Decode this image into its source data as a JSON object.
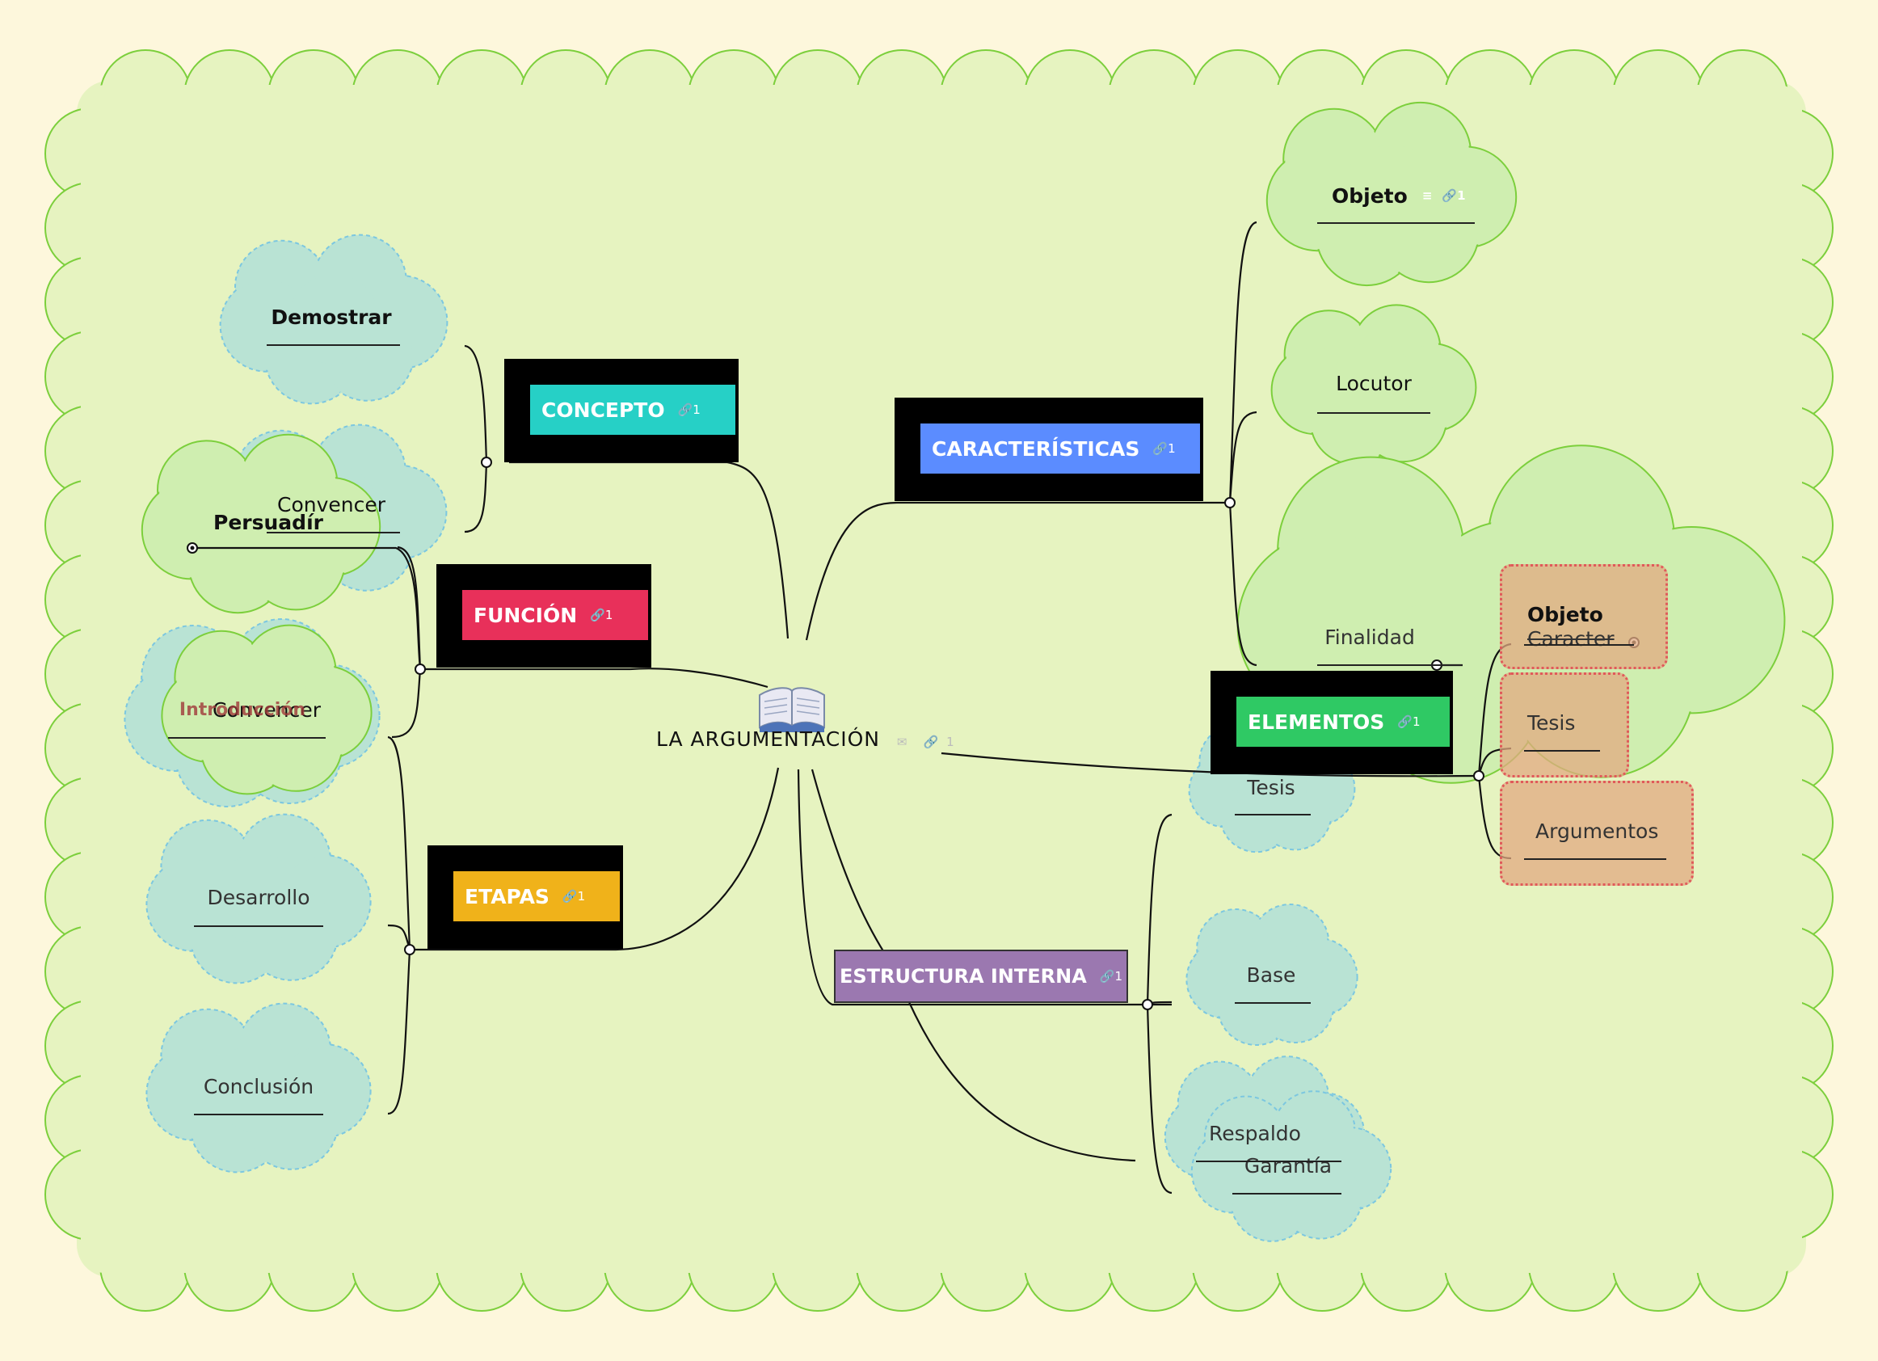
{
  "central": {
    "label": "LA ARGUMENTACIÓN",
    "link_count": "1"
  },
  "topics": {
    "concepto": {
      "label": "CONCEPTO",
      "link_count": "1",
      "color": "#26d0c6"
    },
    "funcion": {
      "label": "FUNCIÓN",
      "link_count": "1",
      "color": "#e8305a"
    },
    "etapas": {
      "label": "ETAPAS",
      "link_count": "1",
      "color": "#f0b21a"
    },
    "caracteristicas": {
      "label": "CARACTERÍSTICAS",
      "link_count": "1",
      "color": "#5b8cff"
    },
    "elementos": {
      "label": "ELEMENTOS",
      "link_count": "1",
      "color": "#2fc964"
    },
    "estructura": {
      "label": "ESTRUCTURA INTERNA",
      "link_count": "1",
      "color": "#9b78b0"
    }
  },
  "subtopics": {
    "demostrar": "Demostrar",
    "convencer_concepto": "Convencer",
    "persuadir": "Persuadír",
    "convencer_funcion": "Convencer",
    "introduccion": "Introducción",
    "desarrollo": "Desarrollo",
    "conclusion": "Conclusión",
    "objeto_car": "Objeto",
    "objeto_car_link": "1",
    "locutor": "Locutor",
    "finalidad": "Finalidad",
    "objeto_el": "Objeto",
    "caracter": "Caracter",
    "tesis_el": "Tesis",
    "argumentos": "Argumentos",
    "tesis_est": "Tesis",
    "base": "Base",
    "respaldo": "Respaldo",
    "garantia": "Garantía"
  },
  "colors": {
    "background": "#fdf7dc",
    "boundary_fill": "#e6f3c0",
    "boundary_stroke": "#7ccf3c",
    "teal_cloud": "#b9e3d4",
    "green_cloud": "#cfeeb0",
    "line": "#111111"
  }
}
